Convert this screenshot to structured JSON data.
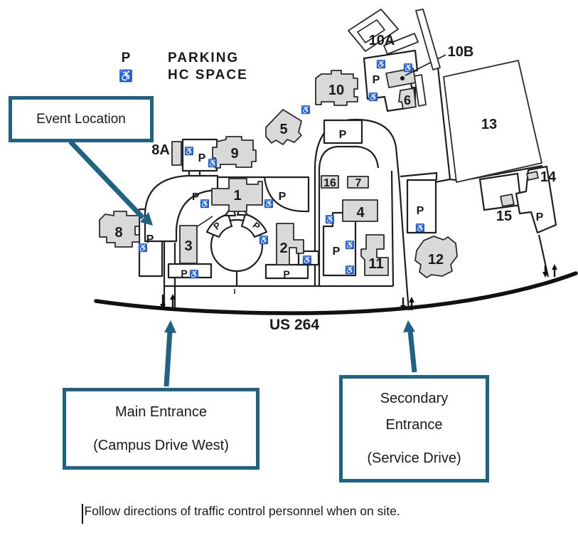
{
  "colors": {
    "annotation_blue": "#1e6384",
    "building_fill": "#d9d9d9",
    "outline": "#1f1f1f"
  },
  "legend": {
    "parking_symbol": "P",
    "parking_label": "PARKING",
    "hc_symbol": "♿",
    "hc_label": "HC  SPACE"
  },
  "callouts": {
    "event_location": {
      "label": "Event Location"
    },
    "main_entrance": {
      "line1": "Main Entrance",
      "line2": "(Campus Drive West)"
    },
    "secondary_entrance": {
      "line1": "Secondary",
      "line2": "Entrance",
      "line3": "(Service Drive)"
    }
  },
  "road": {
    "label": "US 264"
  },
  "footer": {
    "instruction": "Follow directions of traffic control personnel when on site."
  },
  "map": {
    "symbols": {
      "parking": "P",
      "hc": "♿"
    },
    "buildings": {
      "b1": "1",
      "b2": "2",
      "b3": "3",
      "b4": "4",
      "b5": "5",
      "b6": "6",
      "b7": "7",
      "b8": "8",
      "b8a": "8A",
      "b9": "9",
      "b10": "10",
      "b10a": "10A",
      "b10b": "10B",
      "b11": "11",
      "b12": "12",
      "b13": "13",
      "b14": "14",
      "b15": "15",
      "b16": "16"
    }
  }
}
